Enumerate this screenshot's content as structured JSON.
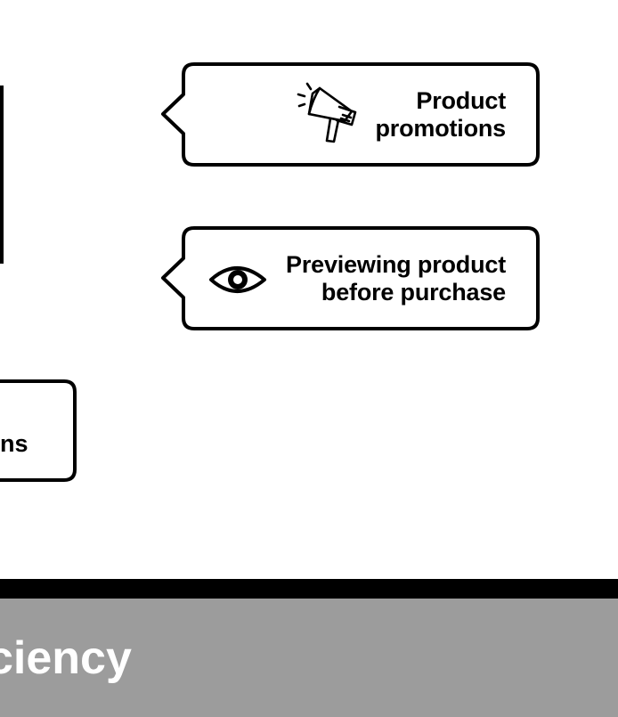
{
  "bubbles": [
    {
      "id": "promotions",
      "icon": "megaphone-icon",
      "lines": [
        "Product",
        "promotions"
      ]
    },
    {
      "id": "preview",
      "icon": "eye-icon",
      "lines": [
        "Previewing product",
        "before purchase"
      ]
    }
  ],
  "partial_box": {
    "text": "ns"
  },
  "band": {
    "title": "ciency"
  },
  "colors": {
    "stroke": "#000000",
    "band": "#9c9c9c",
    "band_text": "#ffffff"
  }
}
